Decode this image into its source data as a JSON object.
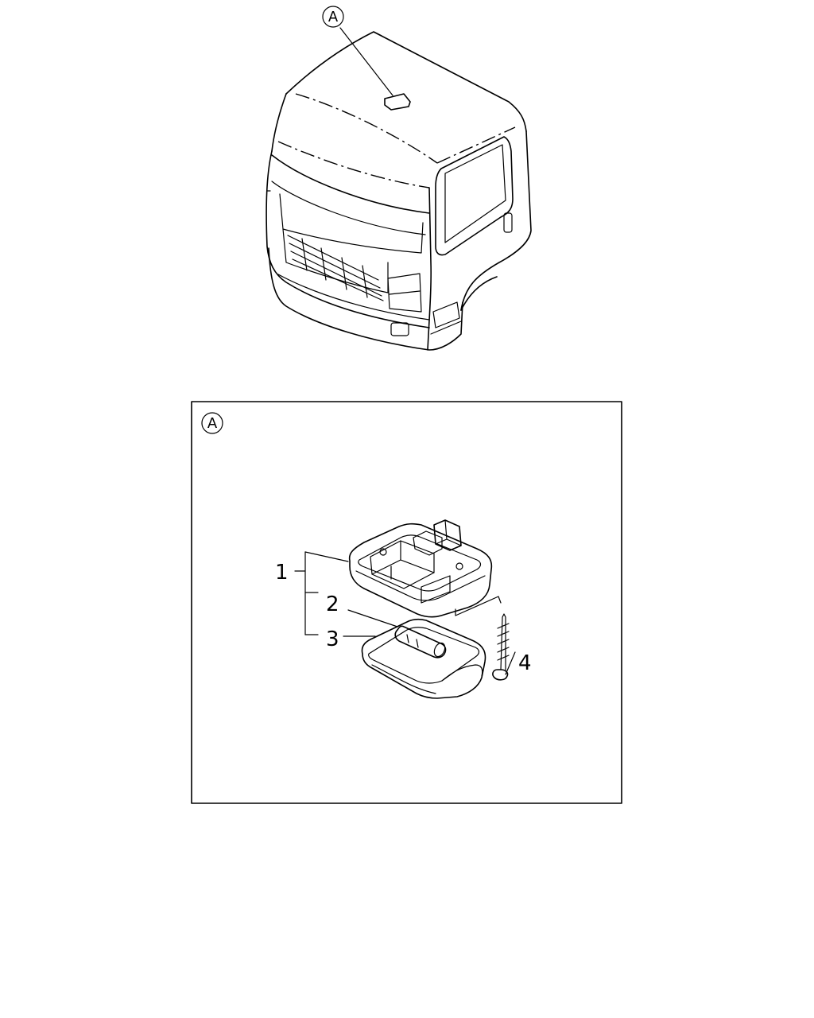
{
  "view_ref": {
    "letter": "A"
  },
  "detail": {
    "ref_letter": "A",
    "callouts": [
      {
        "id": "1",
        "label": "1"
      },
      {
        "id": "2",
        "label": "2"
      },
      {
        "id": "3",
        "label": "3"
      },
      {
        "id": "4",
        "label": "4"
      }
    ]
  }
}
